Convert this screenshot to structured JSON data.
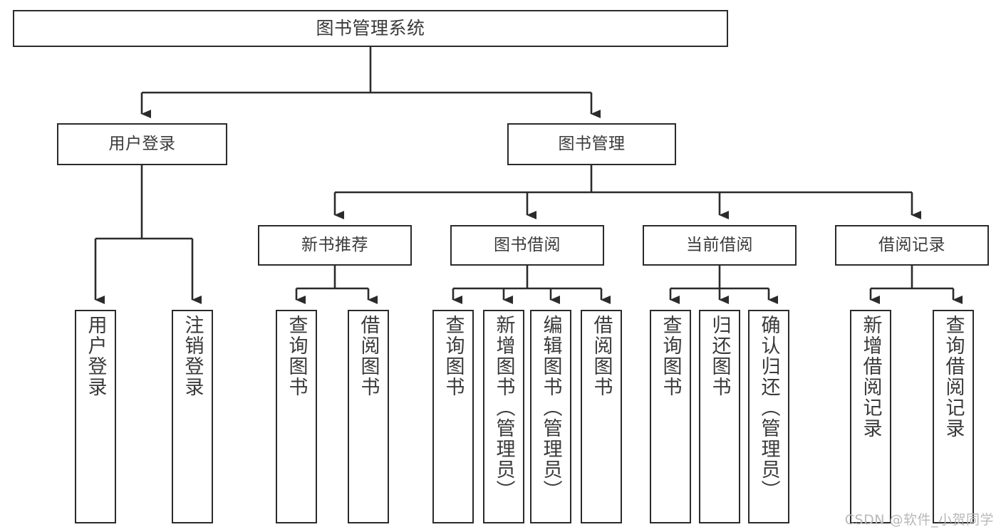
{
  "diagram": {
    "title": "图书管理系统",
    "type": "tree-hierarchy-chart",
    "orientation": "top-down",
    "background_color": "#ffffff",
    "box_border_color": "#2b2b2b",
    "text_color": "#3a3a3a",
    "connector_color": "#2b2b2b"
  },
  "watermark": {
    "text": "CSDN @软件_小贺同学",
    "color": "#b8b8b8"
  },
  "nodes": {
    "root": {
      "label": "图书管理系统"
    },
    "level1": [
      {
        "id": "user-login",
        "label": "用户登录"
      },
      {
        "id": "book-manage",
        "label": "图书管理"
      }
    ],
    "level2": [
      {
        "id": "new-book-rec",
        "label": "新书推荐"
      },
      {
        "id": "book-borrow",
        "label": "图书借阅"
      },
      {
        "id": "current-borrow",
        "label": "当前借阅"
      },
      {
        "id": "borrow-record",
        "label": "借阅记录"
      }
    ],
    "leaves": {
      "user_login": [
        {
          "id": "leaf-user-login",
          "label": "用户登录"
        },
        {
          "id": "leaf-logout-login",
          "label": "注销登录"
        }
      ],
      "new_book_rec": [
        {
          "id": "leaf-query-book-1",
          "label": "查询图书"
        },
        {
          "id": "leaf-borrow-book-1",
          "label": "借阅图书"
        }
      ],
      "book_borrow": [
        {
          "id": "leaf-query-book-2",
          "label": "查询图书"
        },
        {
          "id": "leaf-add-book",
          "label": "新增图书（管理员）"
        },
        {
          "id": "leaf-edit-book",
          "label": "编辑图书（管理员）"
        },
        {
          "id": "leaf-borrow-book-2",
          "label": "借阅图书"
        }
      ],
      "current_borrow": [
        {
          "id": "leaf-query-book-3",
          "label": "查询图书"
        },
        {
          "id": "leaf-return-book",
          "label": "归还图书"
        },
        {
          "id": "leaf-confirm-return",
          "label": "确认归还（管理员）"
        }
      ],
      "borrow_record": [
        {
          "id": "leaf-add-record",
          "label": "新增借阅记录"
        },
        {
          "id": "leaf-query-record",
          "label": "查询借阅记录"
        }
      ]
    }
  }
}
